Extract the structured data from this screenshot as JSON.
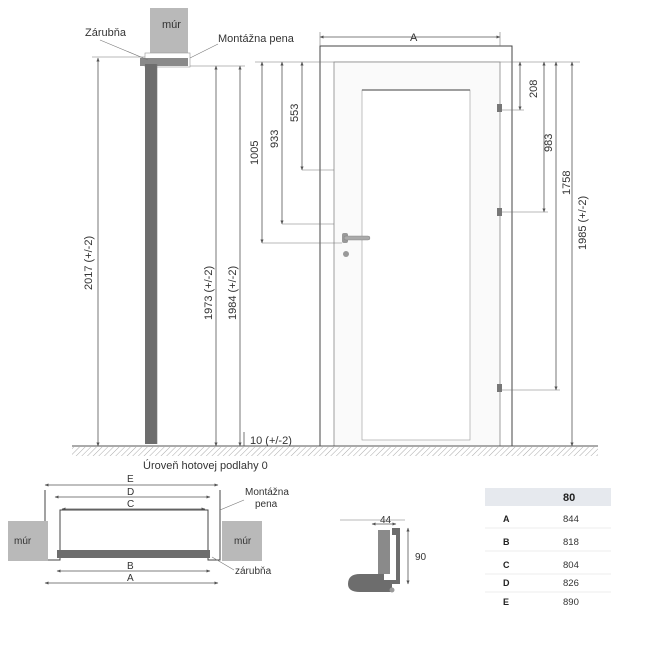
{
  "elevation": {
    "wall_label": "múr",
    "frame_label": "Zárubňa",
    "foam_label": "Montážna pena",
    "dim_2017": "2017 (+/-2)",
    "dim_1973": "1973 (+/-2)",
    "dim_1984": "1984 (+/-2)",
    "dim_1005": "1005",
    "dim_933": "933",
    "dim_553": "553",
    "dim_A": "A",
    "dim_208": "208",
    "dim_983": "983",
    "dim_1758": "1758",
    "dim_1985": "1985 (+/-2)",
    "dim_10": "10 (+/-2)",
    "floor_label": "Úroveň hotovej podlahy 0"
  },
  "plan": {
    "dim_E": "E",
    "dim_D": "D",
    "dim_C": "C",
    "dim_B": "B",
    "dim_A": "A",
    "wall_left": "múr",
    "wall_right": "múr",
    "foam_label_line1": "Montážna",
    "foam_label_line2": "pena",
    "frame_label": "zárubňa"
  },
  "profile": {
    "dim_44": "44",
    "dim_90": "90"
  },
  "table": {
    "header": "80",
    "rows": [
      {
        "key": "A",
        "value": "844"
      },
      {
        "key": "B",
        "value": "818"
      },
      {
        "key": "C",
        "value": "804"
      },
      {
        "key": "D",
        "value": "826"
      },
      {
        "key": "E",
        "value": "890"
      }
    ]
  },
  "colors": {
    "frame_dark": "#6d6d6d",
    "wall_gray": "#b9b9b9",
    "line": "#555555",
    "table_header_bg": "#e6e9ee"
  }
}
